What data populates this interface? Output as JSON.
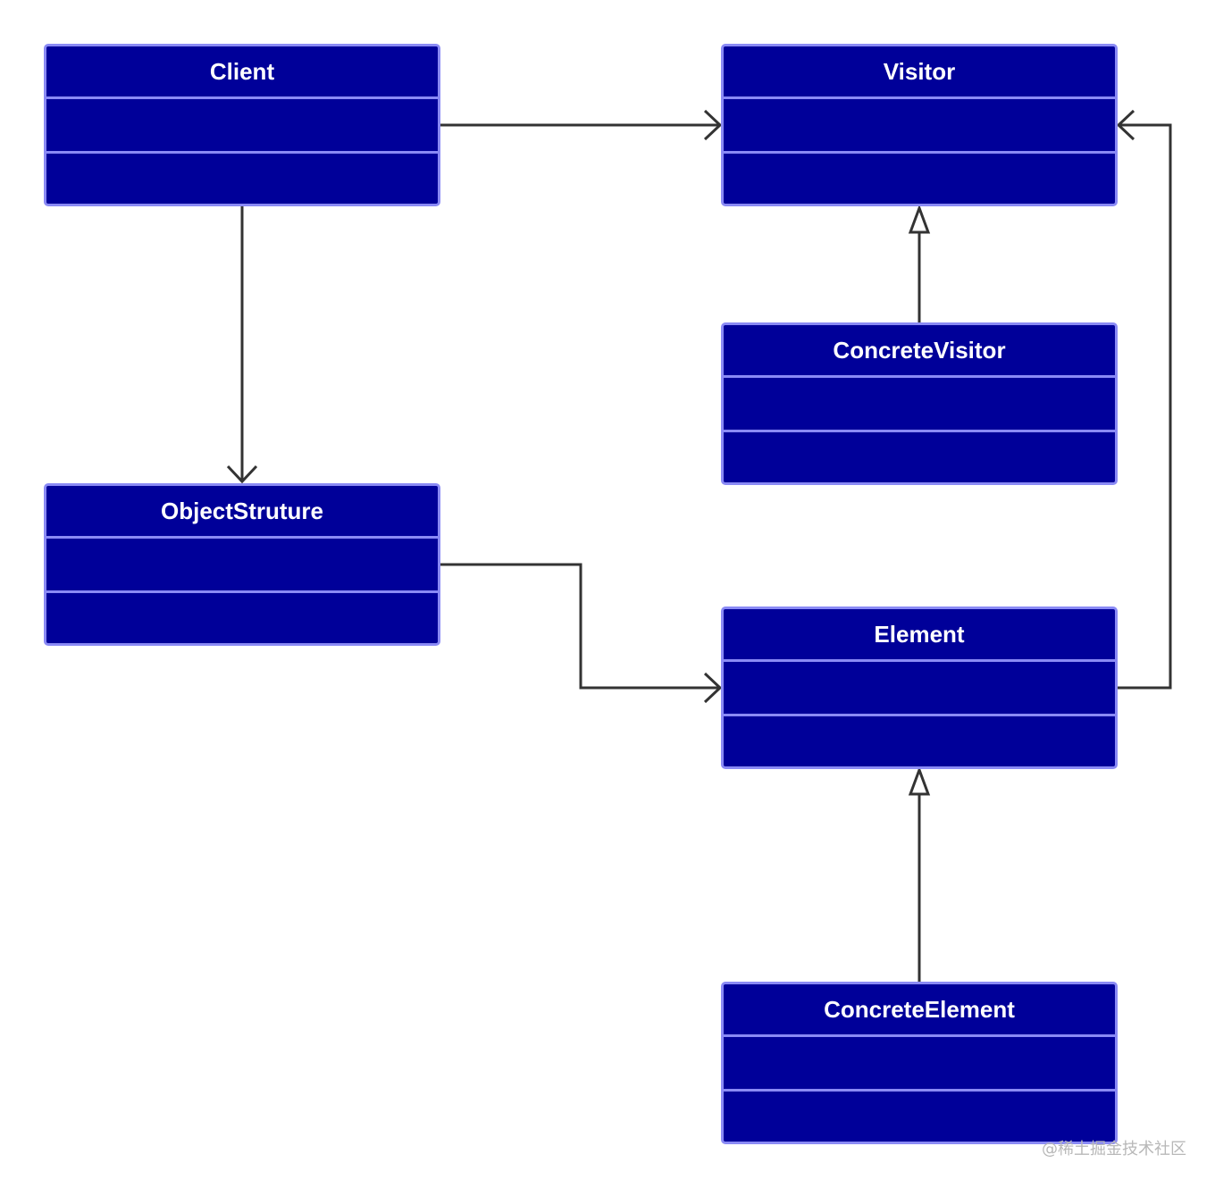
{
  "diagram": {
    "classes": {
      "client": {
        "name": "Client"
      },
      "visitor": {
        "name": "Visitor"
      },
      "concrete_visitor": {
        "name": "ConcreteVisitor"
      },
      "object_structure": {
        "name": "ObjectStruture"
      },
      "element": {
        "name": "Element"
      },
      "concrete_element": {
        "name": "ConcreteElement"
      }
    },
    "relationships": [
      {
        "from": "Client",
        "to": "Visitor",
        "type": "association"
      },
      {
        "from": "Client",
        "to": "ObjectStruture",
        "type": "association"
      },
      {
        "from": "ConcreteVisitor",
        "to": "Visitor",
        "type": "generalization"
      },
      {
        "from": "ObjectStruture",
        "to": "Element",
        "type": "association"
      },
      {
        "from": "Element",
        "to": "Visitor",
        "type": "association"
      },
      {
        "from": "ConcreteElement",
        "to": "Element",
        "type": "generalization"
      }
    ],
    "colors": {
      "box_fill": "#000099",
      "box_border": "#8a8af5",
      "text": "#ffffff",
      "connector": "#333333"
    }
  },
  "watermark": "@稀土掘金技术社区"
}
